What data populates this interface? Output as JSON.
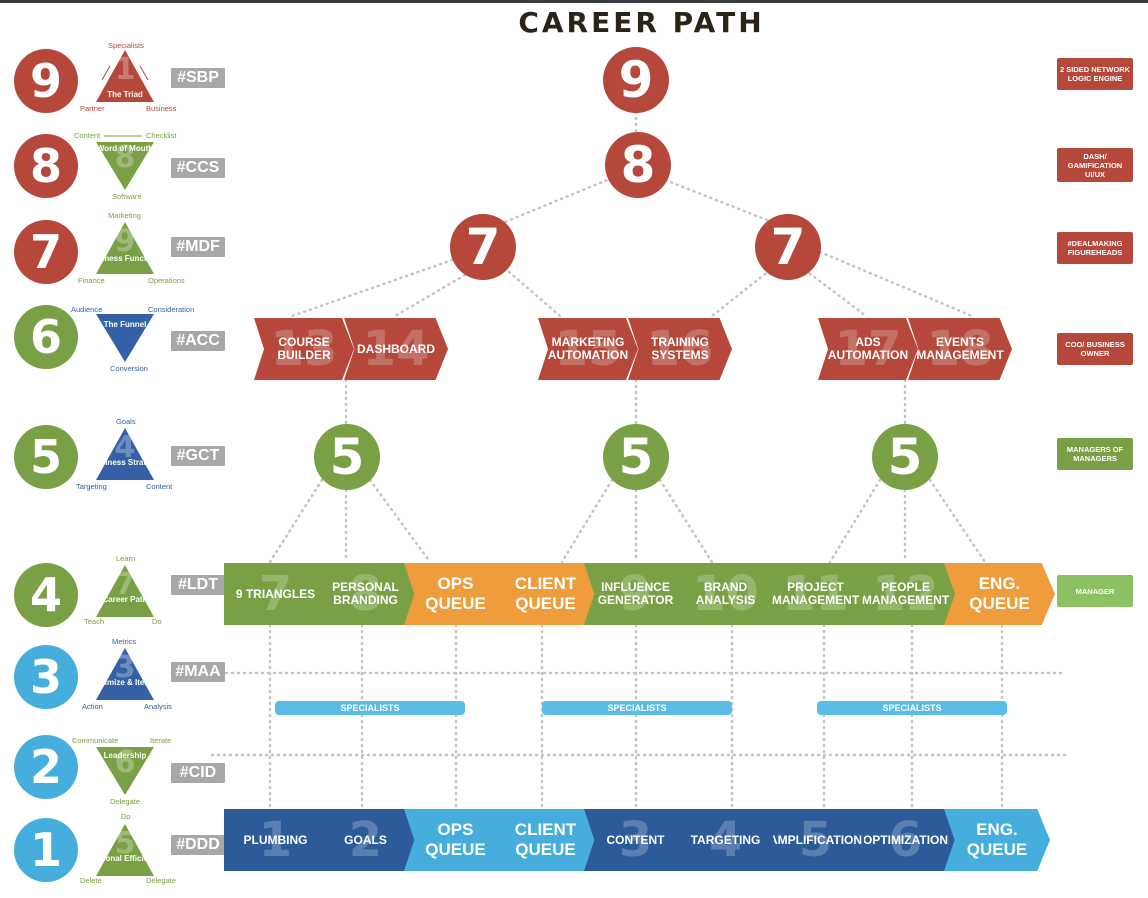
{
  "title": "CAREER PATH",
  "colors": {
    "red": "#b5483a",
    "green": "#79a045",
    "orange": "#ef9c3c",
    "lightblue": "#45aedd",
    "blue": "#3461a5",
    "dblue": "#2d5b9a",
    "gray": "#a8a8a8"
  },
  "levels": [
    {
      "num": "9",
      "tag": "#SBP",
      "tri": {
        "big": "1",
        "center": "The Triad",
        "top": "Specialists",
        "left": "Partner",
        "right": "Business"
      }
    },
    {
      "num": "8",
      "tag": "#CCS",
      "tri": {
        "big": "8",
        "center": "Word of Mouth",
        "top": "",
        "topLeft": "Content",
        "topRight": "Checklist",
        "bottom": "Software"
      }
    },
    {
      "num": "7",
      "tag": "#MDF",
      "tri": {
        "big": "9",
        "center": "Business Functions",
        "top": "Marketing",
        "left": "Finance",
        "right": "Operations"
      }
    },
    {
      "num": "6",
      "tag": "#ACC",
      "tri": {
        "big": "",
        "center": "The Funnel",
        "topLeft": "Audience",
        "topRight": "Consideration",
        "bottom": "Conversion"
      }
    },
    {
      "num": "5",
      "tag": "#GCT",
      "tri": {
        "big": "4",
        "center": "Business Strategy",
        "top": "Goals",
        "left": "Targeting",
        "right": "Content"
      }
    },
    {
      "num": "4",
      "tag": "#LDT",
      "tri": {
        "big": "7",
        "center": "Career Path",
        "top": "Learn",
        "left": "Teach",
        "right": "Do"
      }
    },
    {
      "num": "3",
      "tag": "#MAA",
      "tri": {
        "big": "3",
        "center": "Optimize & Iterate",
        "top": "Metrics",
        "left": "Action",
        "right": "Analysis"
      }
    },
    {
      "num": "2",
      "tag": "#CID",
      "tri": {
        "big": "6",
        "center": "Leadership",
        "topLeft": "Communicate",
        "topRight": "Iterate",
        "bottom": "Delegate"
      }
    },
    {
      "num": "1",
      "tag": "#DDD",
      "tri": {
        "big": "5",
        "center": "Personal Efficiency",
        "top": "Do",
        "left": "Delete",
        "right": "Delegate"
      }
    }
  ],
  "roles": [
    "2 SIDED NETWORK LOGIC ENGINE",
    "DASH/ GAMIFICATION UI/UX",
    "#DEALMAKING FIGUREHEADS",
    "COO/ BUSINESS OWNER",
    "MANAGERS OF MANAGERS",
    "MANAGER"
  ],
  "tree": {
    "n9": "9",
    "n8": "8",
    "n7a": "7",
    "n7b": "7",
    "n5a": "5",
    "n5b": "5",
    "n5c": "5"
  },
  "row6": [
    {
      "wm": "13",
      "label": "COURSE BUILDER"
    },
    {
      "wm": "14",
      "label": "DASHBOARD"
    },
    {
      "wm": "15",
      "label": "MARKETING AUTOMATION"
    },
    {
      "wm": "16",
      "label": "TRAINING SYSTEMS"
    },
    {
      "wm": "17",
      "label": "ADS AUTOMATION"
    },
    {
      "wm": "18",
      "label": "EVENTS MANAGEMENT"
    }
  ],
  "row4": [
    {
      "wm": "7",
      "label": "9 TRIANGLES"
    },
    {
      "wm": "8",
      "label": "PERSONAL BRANDING"
    },
    {
      "wm": "",
      "label": "OPS QUEUE"
    },
    {
      "wm": "",
      "label": "CLIENT QUEUE"
    },
    {
      "wm": "9",
      "label": "INFLUENCE GENERATOR"
    },
    {
      "wm": "10",
      "label": "BRAND ANALYSIS"
    },
    {
      "wm": "11",
      "label": "PROJECT MANAGEMENT"
    },
    {
      "wm": "12",
      "label": "PEOPLE MANAGEMENT"
    },
    {
      "wm": "",
      "label": "ENG. QUEUE"
    }
  ],
  "row1": [
    {
      "wm": "1",
      "label": "PLUMBING"
    },
    {
      "wm": "2",
      "label": "GOALS"
    },
    {
      "wm": "",
      "label": "OPS QUEUE"
    },
    {
      "wm": "",
      "label": "CLIENT QUEUE"
    },
    {
      "wm": "3",
      "label": "CONTENT"
    },
    {
      "wm": "4",
      "label": "TARGETING"
    },
    {
      "wm": "5",
      "label": "AMPLIFICATION"
    },
    {
      "wm": "6",
      "label": "OPTIMIZATION"
    },
    {
      "wm": "",
      "label": "ENG. QUEUE"
    }
  ],
  "specialists": [
    "SPECIALISTS",
    "SPECIALISTS",
    "SPECIALISTS"
  ]
}
